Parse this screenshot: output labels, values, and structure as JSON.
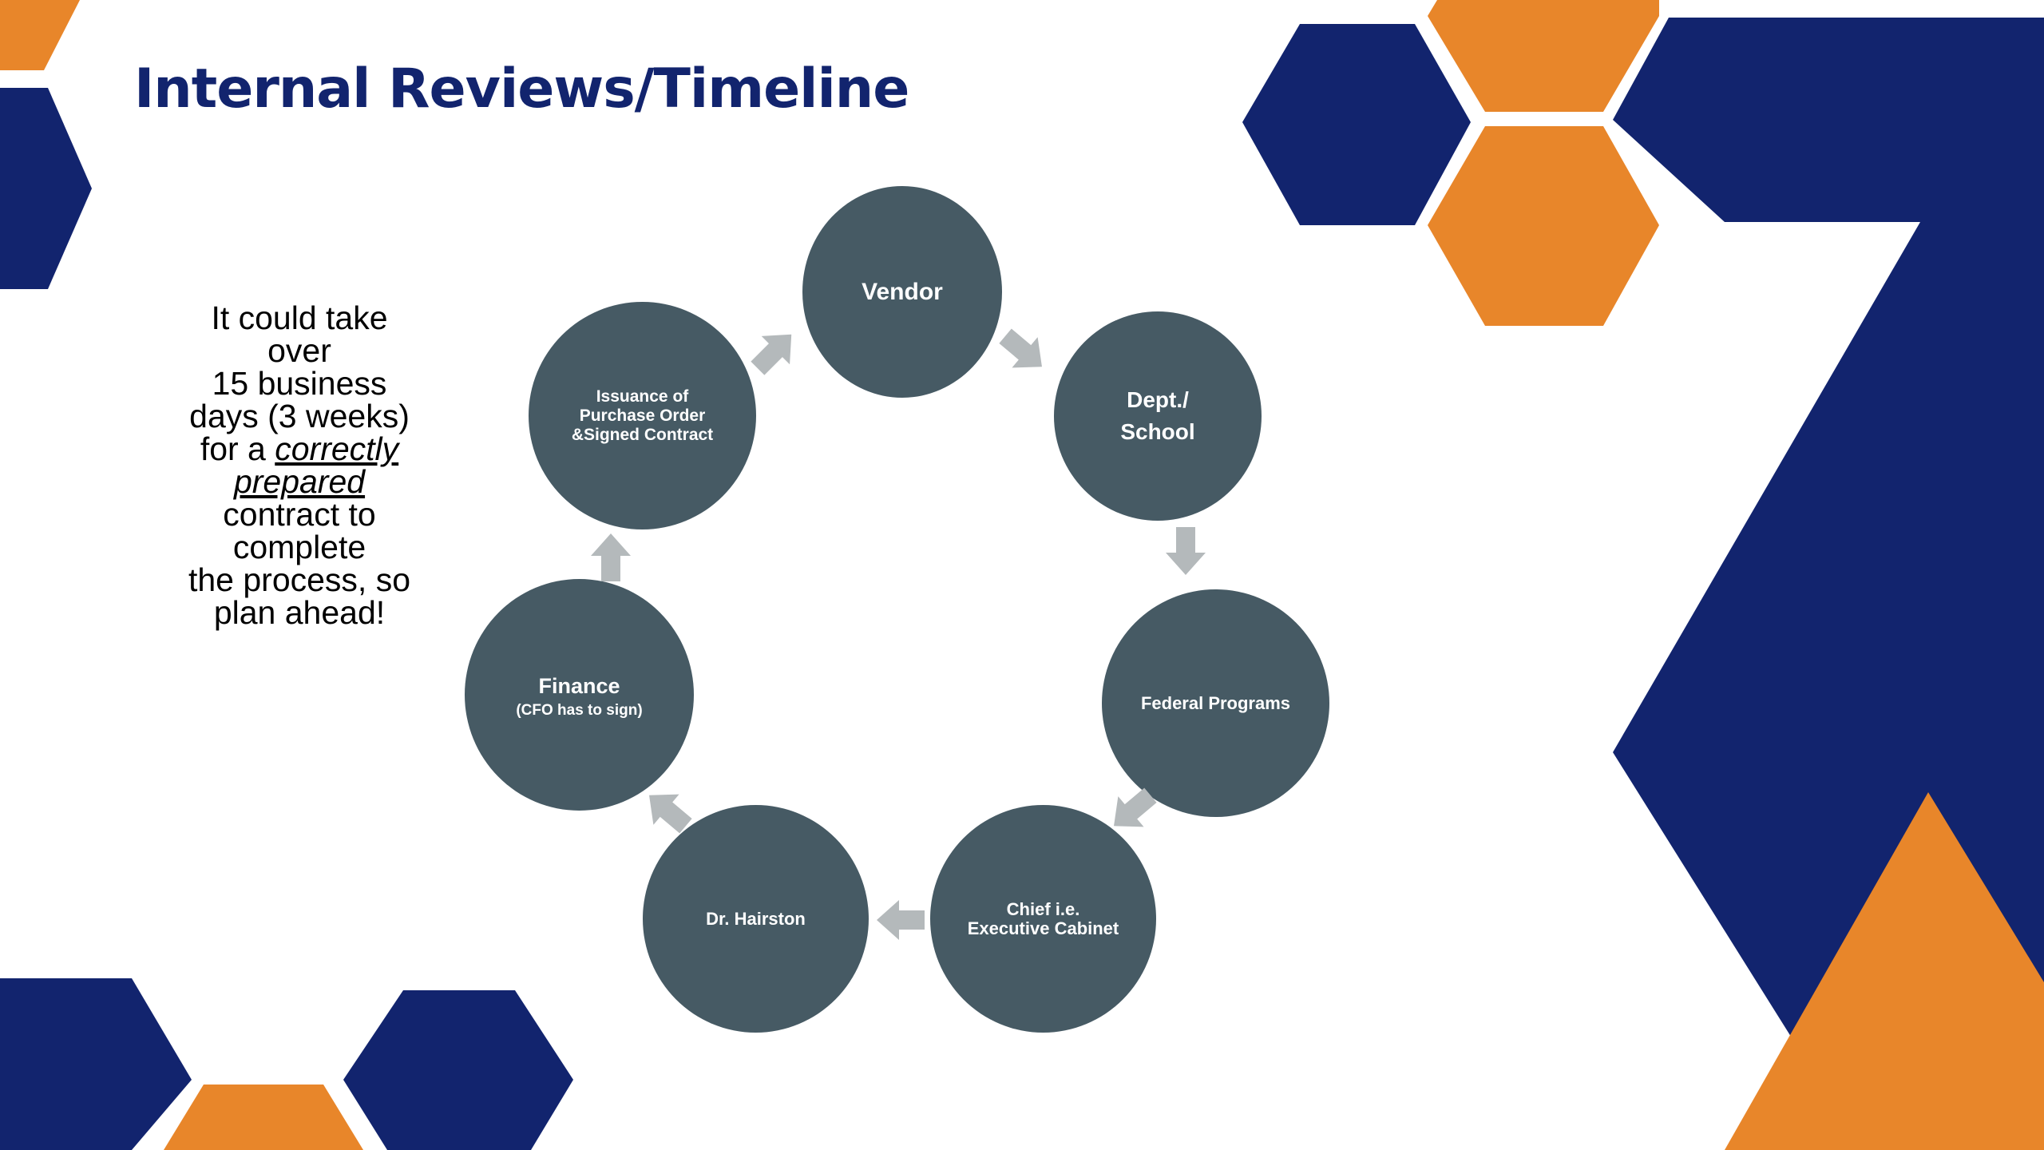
{
  "slide": {
    "title": "Internal Reviews/Timeline",
    "note": {
      "lines_before": [
        "It could take",
        "over",
        "15 business",
        "days (3 weeks)"
      ],
      "prefix": "for a ",
      "emph1": "correctly",
      "emph2": "prepared",
      "lines_after": [
        "contract to",
        "complete",
        "the process, so",
        "plan ahead!"
      ]
    }
  },
  "diagram": {
    "nodes": [
      {
        "id": "vendor",
        "lines": [
          "Vendor"
        ]
      },
      {
        "id": "dept",
        "lines": [
          "Dept./",
          "School"
        ]
      },
      {
        "id": "federal",
        "lines": [
          "Federal Programs"
        ]
      },
      {
        "id": "chief",
        "lines": [
          "Chief i.e.",
          "Executive Cabinet"
        ]
      },
      {
        "id": "hairston",
        "lines": [
          "Dr. Hairston"
        ]
      },
      {
        "id": "finance",
        "lines": [
          "Finance",
          "(CFO has to sign)"
        ]
      },
      {
        "id": "issuance",
        "lines": [
          "Issuance of",
          "Purchase Order",
          "&Signed Contract"
        ]
      }
    ],
    "edges": [
      {
        "from": "vendor",
        "to": "dept"
      },
      {
        "from": "dept",
        "to": "federal"
      },
      {
        "from": "federal",
        "to": "chief"
      },
      {
        "from": "chief",
        "to": "hairston"
      },
      {
        "from": "hairston",
        "to": "finance"
      },
      {
        "from": "finance",
        "to": "issuance"
      },
      {
        "from": "issuance",
        "to": "vendor"
      }
    ]
  },
  "colors": {
    "navy": "#12246e",
    "orange": "#e8862a",
    "node_fill": "#465a64",
    "arrow": "#b4b9bb"
  }
}
